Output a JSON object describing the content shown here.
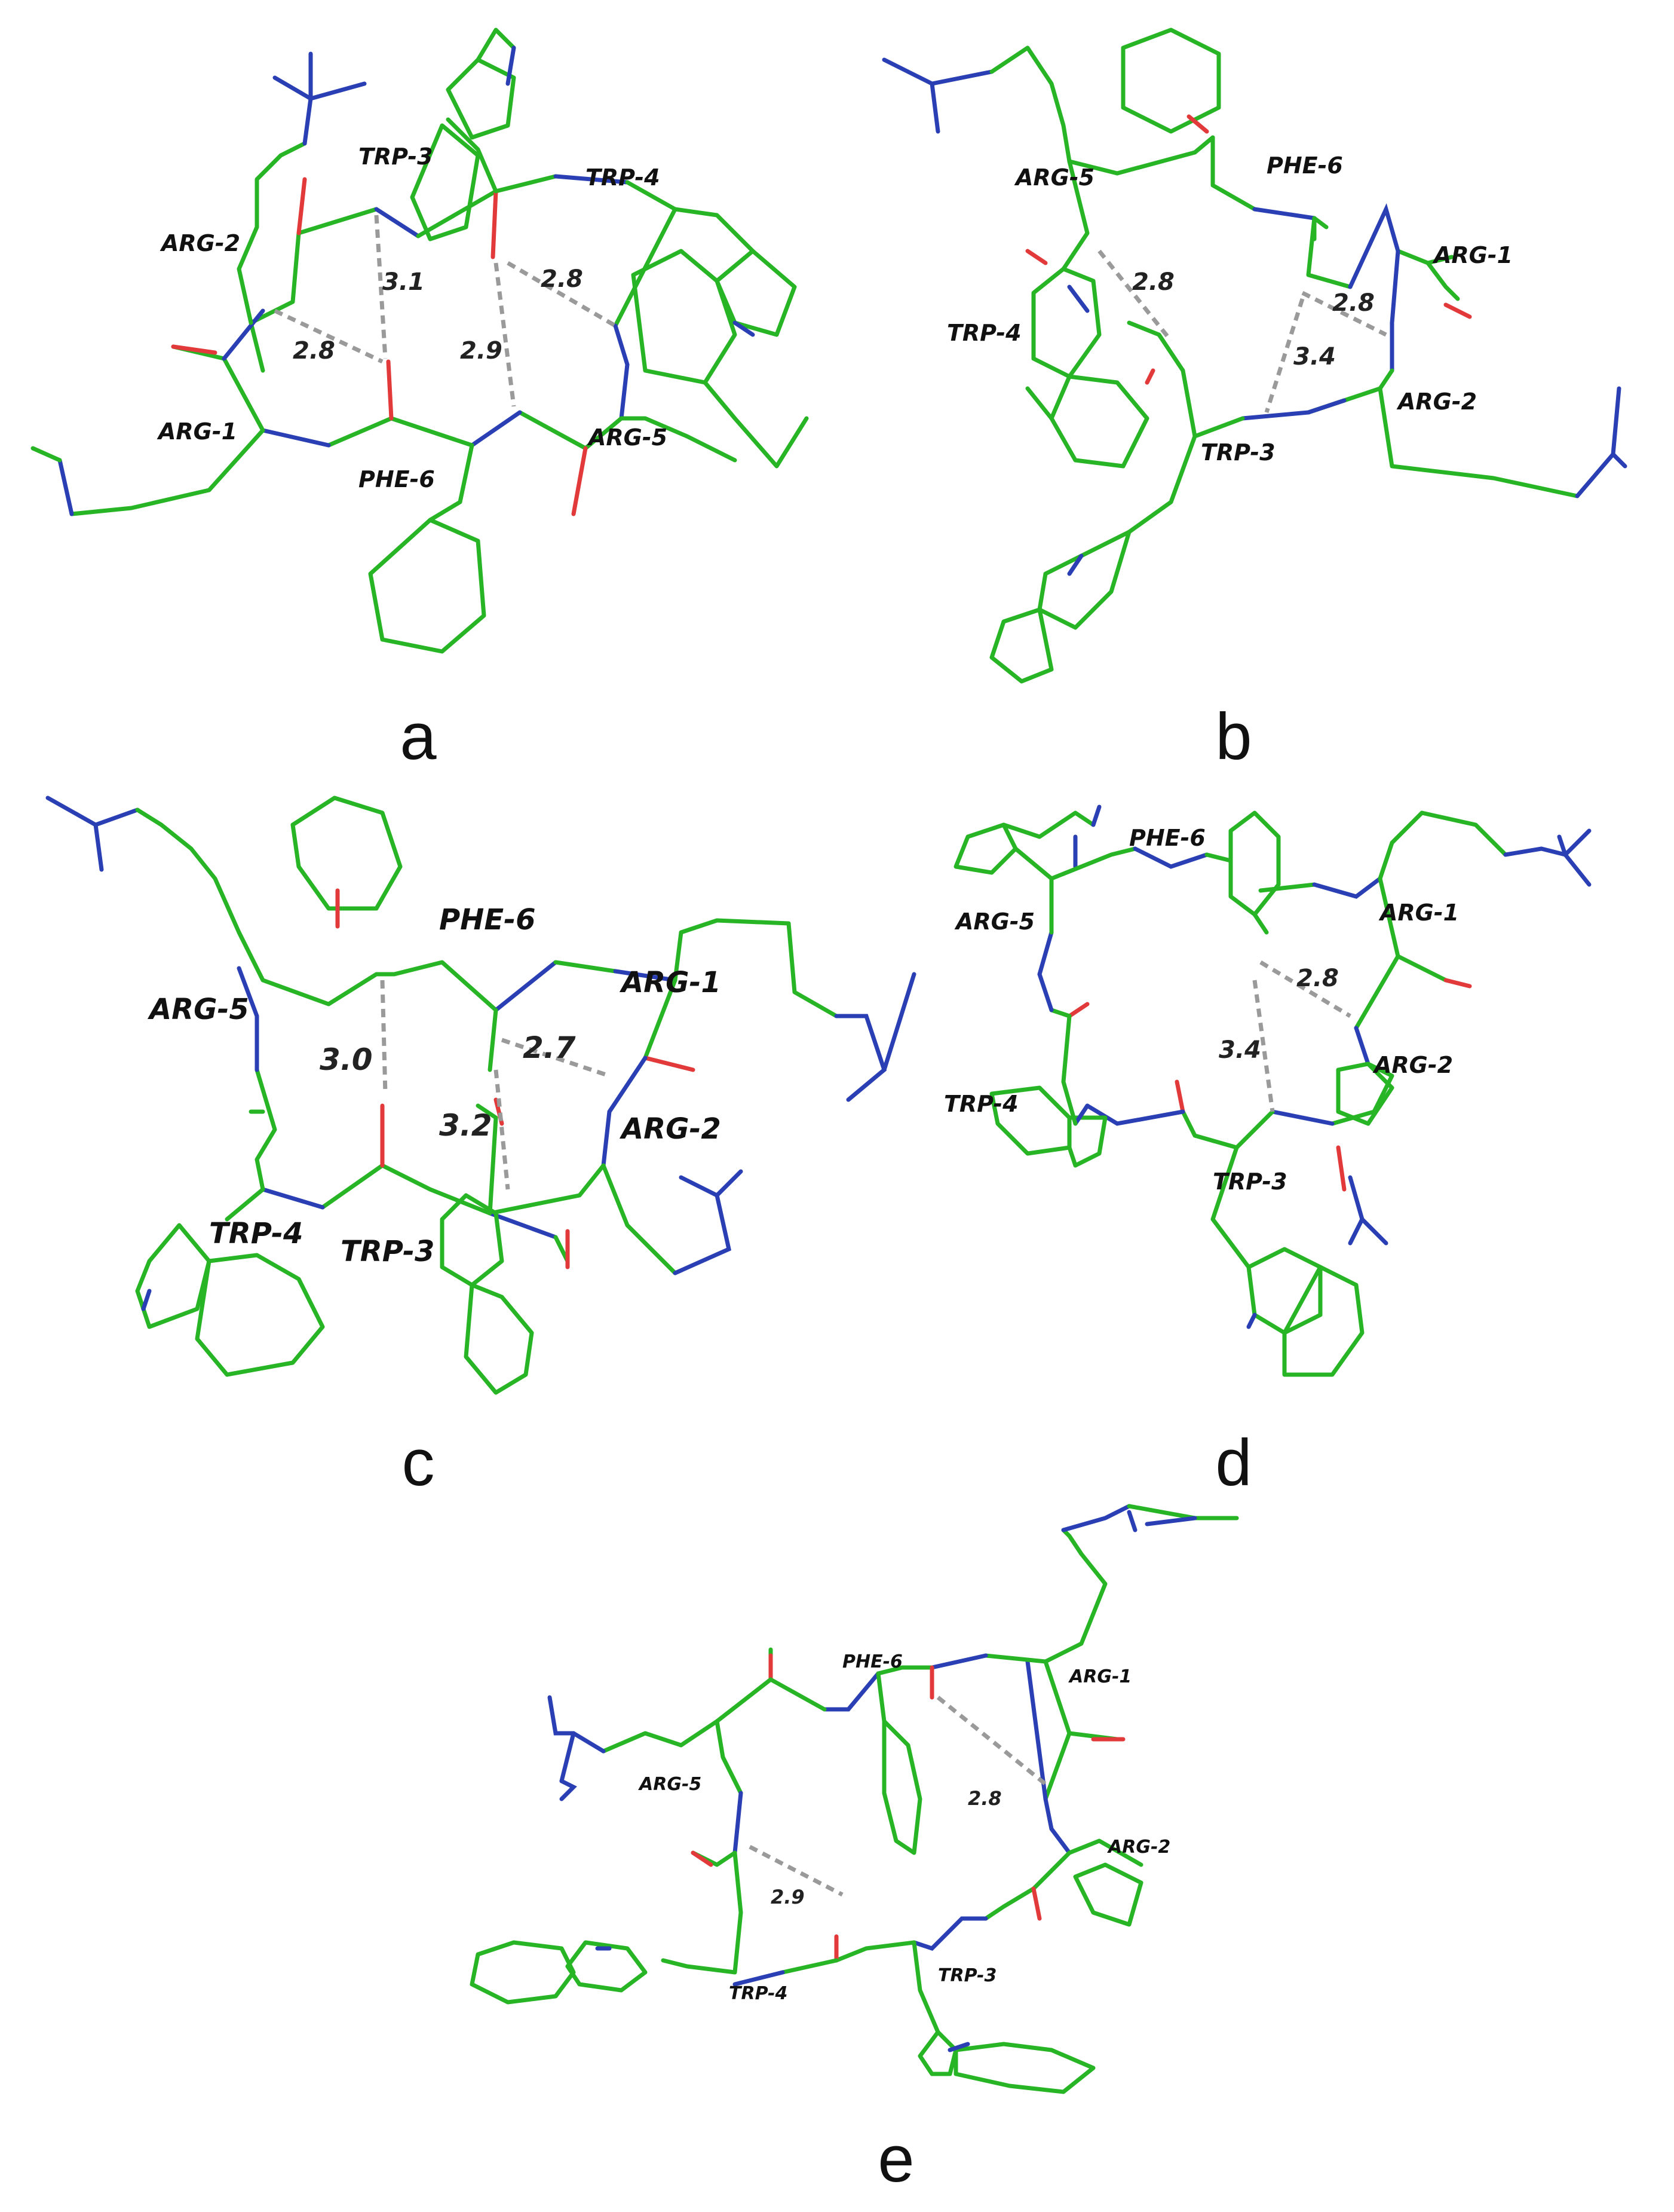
{
  "colors": {
    "carbon": "#27b526",
    "nitrogen": "#2a3fb3",
    "oxygen": "#e23a3a",
    "hbond": "#9a9a9a",
    "text": "#111111"
  },
  "panels": [
    {
      "letter": "a",
      "residues": [
        "TRP-3",
        "TRP-4",
        "ARG-2",
        "ARG-1",
        "PHE-6",
        "ARG-5"
      ],
      "distances": [
        "3.1",
        "2.8",
        "2.8",
        "2.9"
      ]
    },
    {
      "letter": "b",
      "residues": [
        "ARG-5",
        "PHE-6",
        "ARG-1",
        "TRP-4",
        "ARG-2",
        "TRP-3"
      ],
      "distances": [
        "2.8",
        "2.8",
        "3.4"
      ]
    },
    {
      "letter": "c",
      "residues": [
        "PHE-6",
        "ARG-5",
        "ARG-1",
        "ARG-2",
        "TRP-4",
        "TRP-3"
      ],
      "distances": [
        "3.0",
        "2.7",
        "3.2"
      ]
    },
    {
      "letter": "d",
      "residues": [
        "PHE-6",
        "ARG-5",
        "ARG-1",
        "ARG-2",
        "TRP-4",
        "TRP-3"
      ],
      "distances": [
        "2.8",
        "3.4"
      ]
    },
    {
      "letter": "e",
      "residues": [
        "PHE-6",
        "ARG-1",
        "ARG-5",
        "ARG-2",
        "TRP-4",
        "TRP-3"
      ],
      "distances": [
        "2.8",
        "2.9"
      ]
    }
  ]
}
